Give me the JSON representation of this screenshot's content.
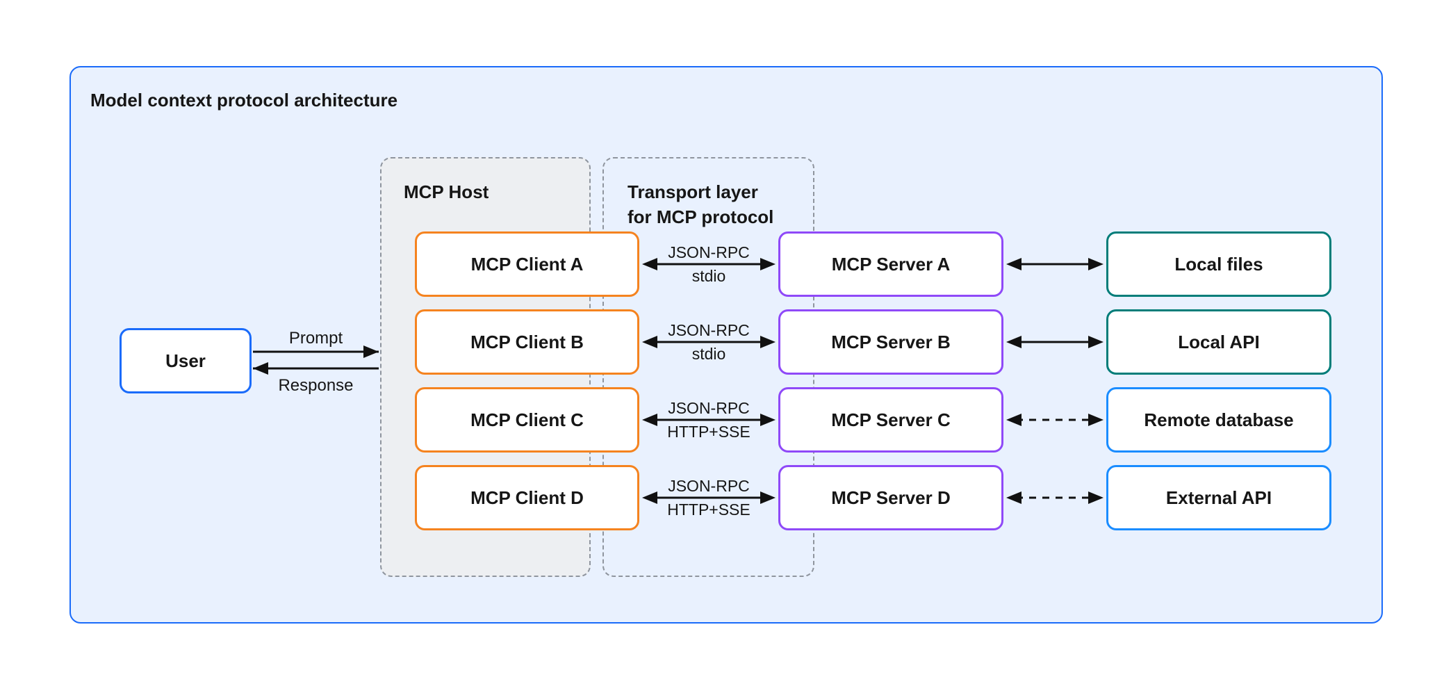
{
  "title": "Model context protocol architecture",
  "palette": {
    "panel_border": "#1a6bfa",
    "panel_fill": "#e9f1fe",
    "host_group_fill": "#edeff2",
    "dashed_group_border": "#8f959e",
    "user_border": "#1a6bfa",
    "client_border": "#f5831f",
    "server_border": "#8f49f8",
    "local_resource_border": "#007d79",
    "remote_resource_border": "#1a8cff",
    "arrow": "#111111",
    "text": "#161616"
  },
  "user": {
    "label": "User",
    "prompt_label": "Prompt",
    "response_label": "Response"
  },
  "groups": {
    "host_label": "MCP Host",
    "transport_label": "Transport layer\nfor MCP protocol"
  },
  "rows": [
    {
      "client": "MCP Client A",
      "server": "MCP Server A",
      "protocol": "JSON-RPC",
      "channel": "stdio",
      "resource": "Local files",
      "resource_type": "local",
      "server_resource_link": "solid"
    },
    {
      "client": "MCP Client B",
      "server": "MCP Server B",
      "protocol": "JSON-RPC",
      "channel": "stdio",
      "resource": "Local API",
      "resource_type": "local",
      "server_resource_link": "solid"
    },
    {
      "client": "MCP Client C",
      "server": "MCP Server C",
      "protocol": "JSON-RPC",
      "channel": "HTTP+SSE",
      "resource": "Remote database",
      "resource_type": "remote",
      "server_resource_link": "dashed"
    },
    {
      "client": "MCP Client D",
      "server": "MCP Server D",
      "protocol": "JSON-RPC",
      "channel": "HTTP+SSE",
      "resource": "External API",
      "resource_type": "remote",
      "server_resource_link": "dashed"
    }
  ]
}
